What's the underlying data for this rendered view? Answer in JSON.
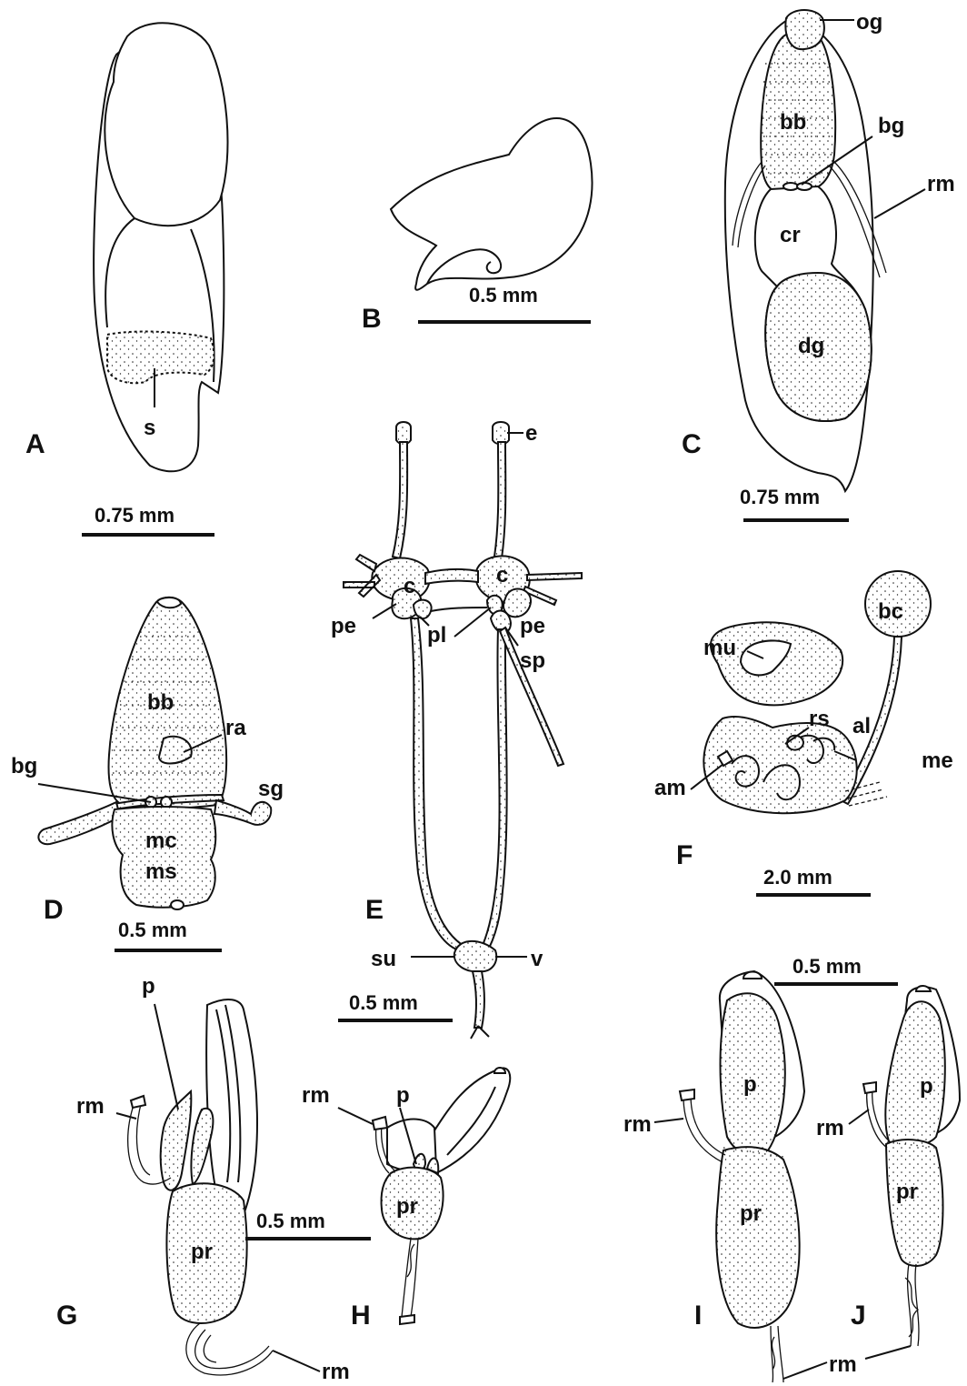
{
  "panels": {
    "A": {
      "letter": "A",
      "labels": {
        "s": "s"
      },
      "scale": "0.75 mm"
    },
    "B": {
      "letter": "B",
      "scale": "0.5 mm"
    },
    "C": {
      "letter": "C",
      "labels": {
        "og": "og",
        "bb": "bb",
        "bg": "bg",
        "rm": "rm",
        "cr": "cr",
        "dg": "dg"
      },
      "scale": "0.75 mm"
    },
    "D": {
      "letter": "D",
      "labels": {
        "bb": "bb",
        "bg": "bg",
        "ra": "ra",
        "sg": "sg",
        "mc": "mc",
        "ms": "ms"
      },
      "scale": "0.5 mm"
    },
    "E": {
      "letter": "E",
      "labels": {
        "e": "e",
        "c_left": "c",
        "c_right": "c",
        "pe_left": "pe",
        "pe_right": "pe",
        "pl": "pl",
        "sp": "sp",
        "su": "su",
        "v": "v"
      },
      "scale": "0.5 mm"
    },
    "F": {
      "letter": "F",
      "labels": {
        "bc": "bc",
        "mu": "mu",
        "rs": "rs",
        "al": "al",
        "am": "am",
        "me": "me"
      },
      "scale": "2.0 mm"
    },
    "G": {
      "letter": "G",
      "labels": {
        "p": "p",
        "rm_top": "rm",
        "pr": "pr",
        "rm_bottom": "rm"
      }
    },
    "H": {
      "letter": "H",
      "labels": {
        "rm": "rm",
        "p": "p",
        "pr": "pr"
      }
    },
    "GH": {
      "scale": "0.5 mm"
    },
    "I": {
      "letter": "I",
      "labels": {
        "rm": "rm",
        "p": "p",
        "pr": "pr"
      }
    },
    "J": {
      "letter": "J",
      "labels": {
        "rm": "rm",
        "p": "p",
        "pr": "pr"
      }
    },
    "IJ": {
      "scale": "0.5 mm",
      "rm_bottom": "rm"
    }
  }
}
